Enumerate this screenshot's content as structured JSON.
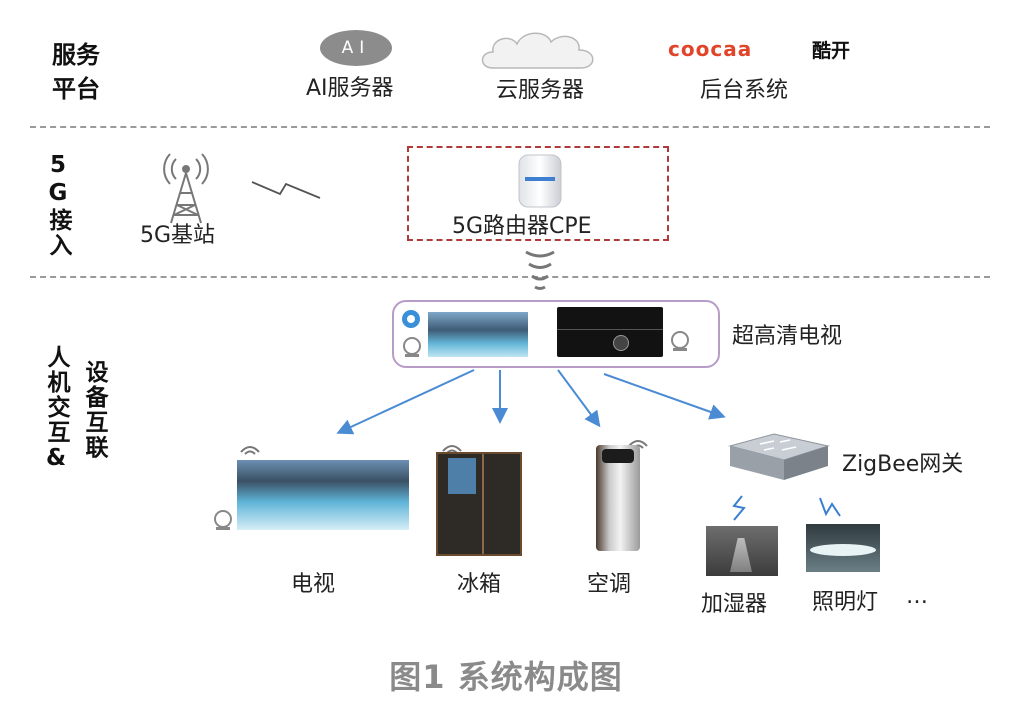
{
  "sections": {
    "service_platform": "服务平台",
    "access_5g": "5G接入",
    "device_interconnect": "设备互联",
    "hci": "人机交互&"
  },
  "service": {
    "ai_badge": "AI",
    "ai_server": "AI服务器",
    "cloud_server": "云服务器",
    "backend_logo": "coocaa",
    "backend_logo_cn": "酷开",
    "backend_system": "后台系统"
  },
  "access": {
    "base_station": "5G基站",
    "router_cpe": "5G路由器CPE"
  },
  "devices": {
    "uhd_tv": "超高清电视",
    "tv": "电视",
    "fridge": "冰箱",
    "ac": "空调",
    "zigbee_gateway": "ZigBee网关",
    "humidifier": "加湿器",
    "lighting": "照明灯",
    "more": "…"
  },
  "caption": "图1 系统构成图"
}
